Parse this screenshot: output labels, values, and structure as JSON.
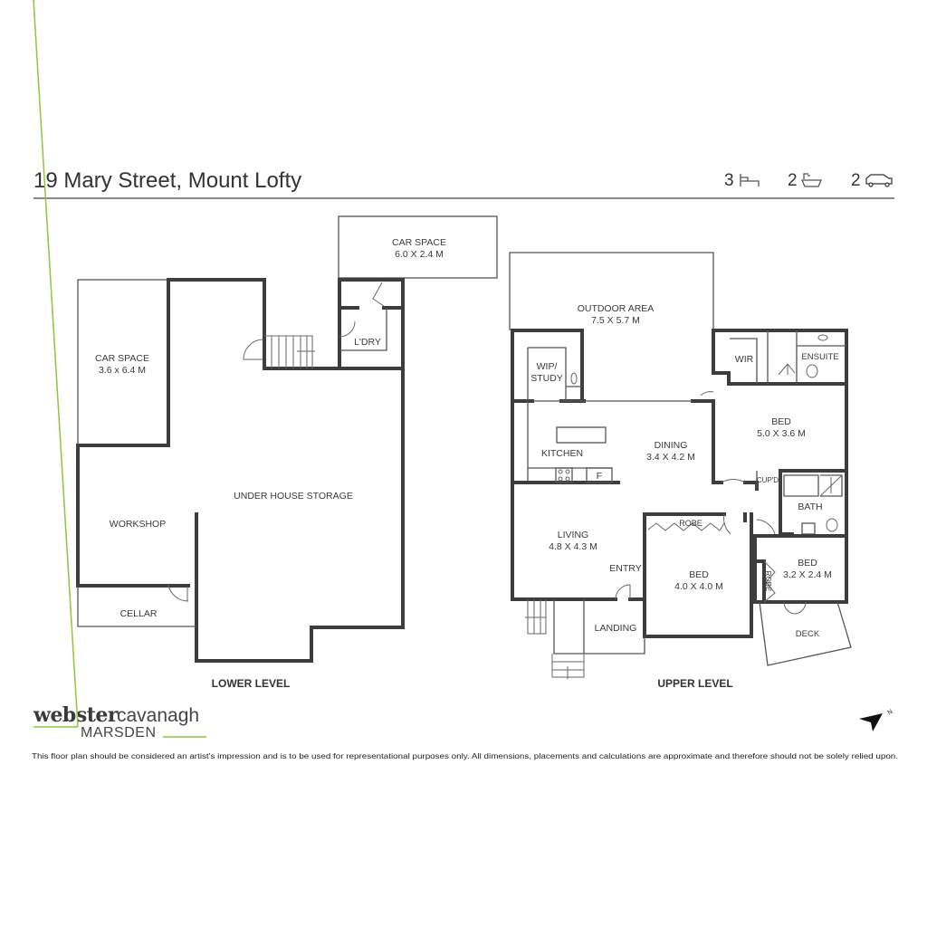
{
  "header": {
    "title": "19 Mary Street, Mount Lofty",
    "stats": [
      {
        "value": "3",
        "icon": "bed-icon"
      },
      {
        "value": "2",
        "icon": "bath-icon"
      },
      {
        "value": "2",
        "icon": "car-icon"
      }
    ]
  },
  "lower_level": {
    "label": "LOWER LEVEL",
    "rooms": [
      {
        "name": "CAR SPACE",
        "size": "6.0 X 2.4 M"
      },
      {
        "name": "CAR SPACE",
        "size": "3.6 x 6.4 M"
      },
      {
        "name": "L'DRY"
      },
      {
        "name": "UNDER HOUSE STORAGE"
      },
      {
        "name": "WORKSHOP"
      },
      {
        "name": "CELLAR"
      }
    ]
  },
  "upper_level": {
    "label": "UPPER LEVEL",
    "rooms": [
      {
        "name": "OUTDOOR AREA",
        "size": "7.5 X 5.7 M"
      },
      {
        "name": "WIP/",
        "name2": "STUDY"
      },
      {
        "name": "WIR"
      },
      {
        "name": "ENSUITE"
      },
      {
        "name": "KITCHEN"
      },
      {
        "name": "DINING",
        "size": "3.4 X 4.2 M"
      },
      {
        "name": "BED",
        "size": "5.0 X 3.6 M"
      },
      {
        "name": "CUP'D"
      },
      {
        "name": "BATH"
      },
      {
        "name": "ROBE"
      },
      {
        "name": "LIVING",
        "size": "4.8 X 4.3 M"
      },
      {
        "name": "ENTRY"
      },
      {
        "name": "BED",
        "size": "4.0 X 4.0 M"
      },
      {
        "name": "BED",
        "size": "3.2 X 2.4 M"
      },
      {
        "name": "ROBE"
      },
      {
        "name": "LANDING"
      },
      {
        "name": "DECK"
      },
      {
        "name": "F"
      }
    ]
  },
  "brand": {
    "line1a": "webster",
    "line1b": "cavanagh",
    "line2": "MARSDEN",
    "accent": "#8dc63f"
  },
  "compass": {
    "label": "N"
  },
  "disclaimer": "This floor plan should be considered an artist's impression and is to be used for representational purposes only. All dimensions, placements and calculations are approximate and therefore should not be solely relied upon."
}
